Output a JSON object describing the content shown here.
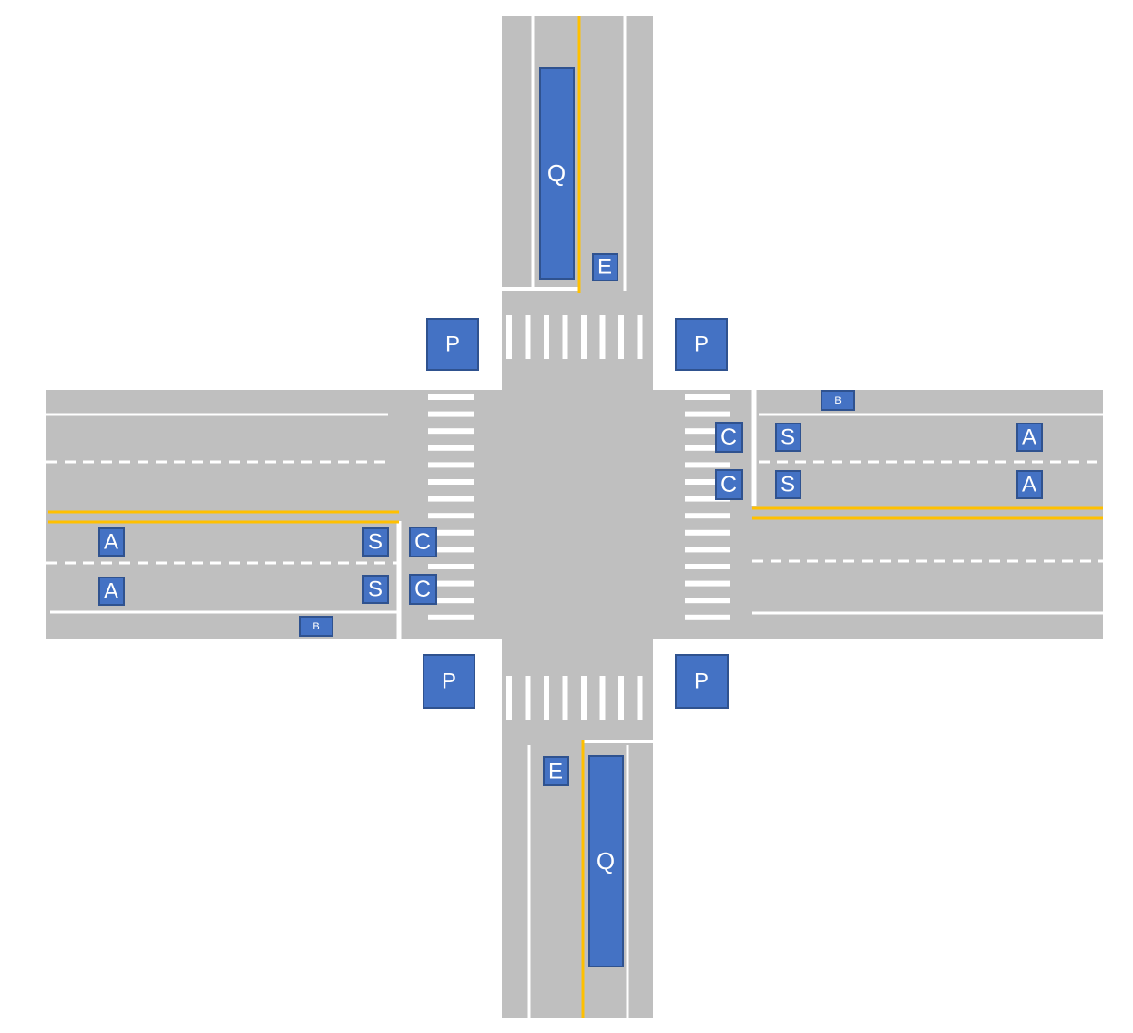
{
  "colors": {
    "road": "#bfbfbf",
    "white_line": "#ffffff",
    "yellow_line": "#ffc000",
    "marker_fill": "#4472c4",
    "marker_stroke": "#2f528f",
    "marker_text": "#ffffff"
  },
  "markers": {
    "pedestrian_nw": "P",
    "pedestrian_ne": "P",
    "pedestrian_sw": "P",
    "pedestrian_se": "P",
    "queue_north": "Q",
    "queue_south": "Q",
    "exit_north": "E",
    "exit_south": "E",
    "bike_east": "B",
    "bike_west": "B",
    "crosswalk_east_1": "C",
    "crosswalk_east_2": "C",
    "crosswalk_west_1": "C",
    "crosswalk_west_2": "C",
    "stopline_east_1": "S",
    "stopline_east_2": "S",
    "stopline_west_1": "S",
    "stopline_west_2": "S",
    "approach_east_1": "A",
    "approach_east_2": "A",
    "approach_west_1": "A",
    "approach_west_2": "A"
  }
}
